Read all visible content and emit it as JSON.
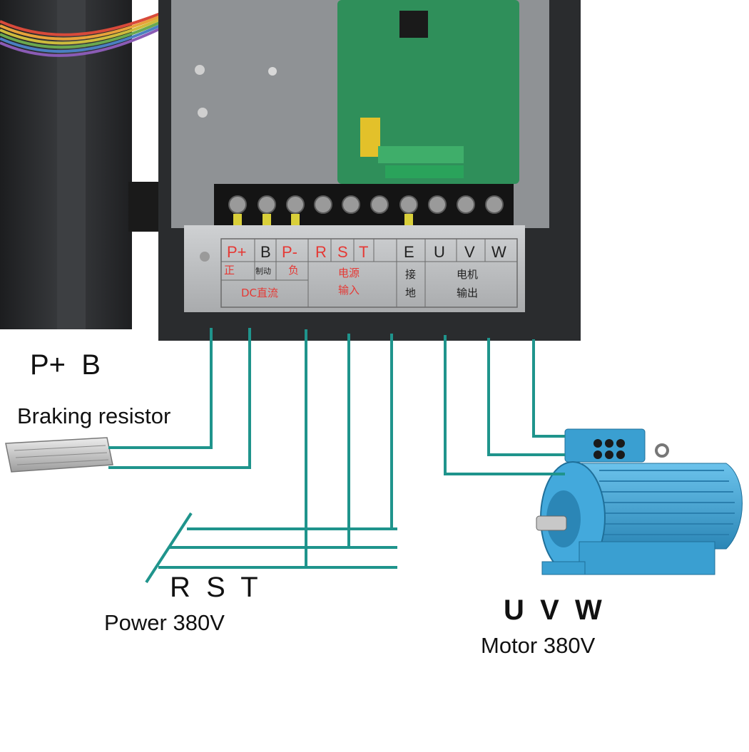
{
  "labels": {
    "braking_terminals": "P+  B",
    "braking_resistor": "Braking resistor",
    "power_phases": "R  S  T",
    "power": "Power 380V",
    "motor_phases": "U  V  W",
    "motor": "Motor 380V"
  },
  "terminal_plate": {
    "top_row": [
      {
        "text": "P+",
        "color": "red"
      },
      {
        "text": "B",
        "color": "black"
      },
      {
        "text": "P-",
        "color": "red"
      },
      {
        "text": "R",
        "color": "red"
      },
      {
        "text": "S",
        "color": "red"
      },
      {
        "text": "T",
        "color": "red"
      },
      {
        "text": "E",
        "color": "black"
      },
      {
        "text": "U",
        "color": "black"
      },
      {
        "text": "V",
        "color": "black"
      },
      {
        "text": "W",
        "color": "black"
      }
    ],
    "cn_plus": "正",
    "cn_brake": "制动",
    "cn_minus": "负",
    "cn_dc": "DC直流",
    "cn_power_1": "电源",
    "cn_power_2": "输入",
    "cn_ground_1": "接",
    "cn_ground_2": "地",
    "cn_motor_1": "电机",
    "cn_motor_2": "输出"
  },
  "colors": {
    "wire": "#1f948c",
    "housing": "#2c2e30",
    "panel": "#b9bbbd",
    "pcb": "#2f8f5a",
    "motor": "#3a9fd1",
    "resistor": "#c9c9c9",
    "terminal_red": "#e53935"
  }
}
